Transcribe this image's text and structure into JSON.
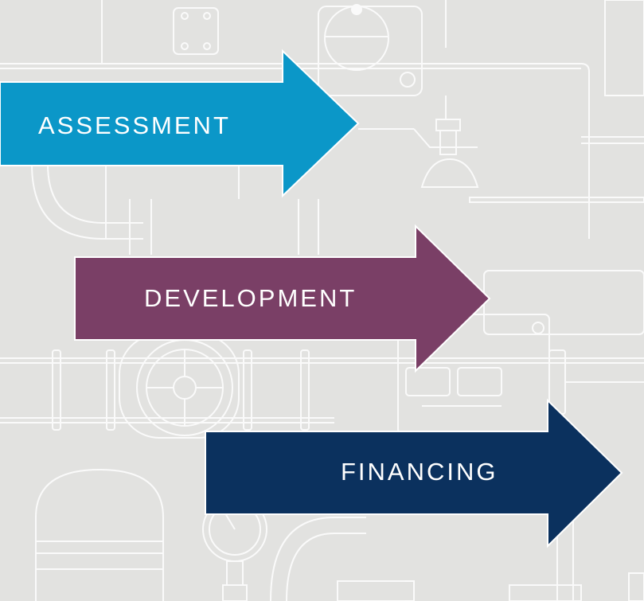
{
  "steps": [
    {
      "label": "ASSESSMENT",
      "color": "#0b97c8"
    },
    {
      "label": "DEVELOPMENT",
      "color": "#7a3f66"
    },
    {
      "label": "FINANCING",
      "color": "#0b315e"
    }
  ],
  "background_color": "#e2e2e0",
  "line_color": "#ffffff",
  "background_motif": "pipes-and-valves-line-art"
}
